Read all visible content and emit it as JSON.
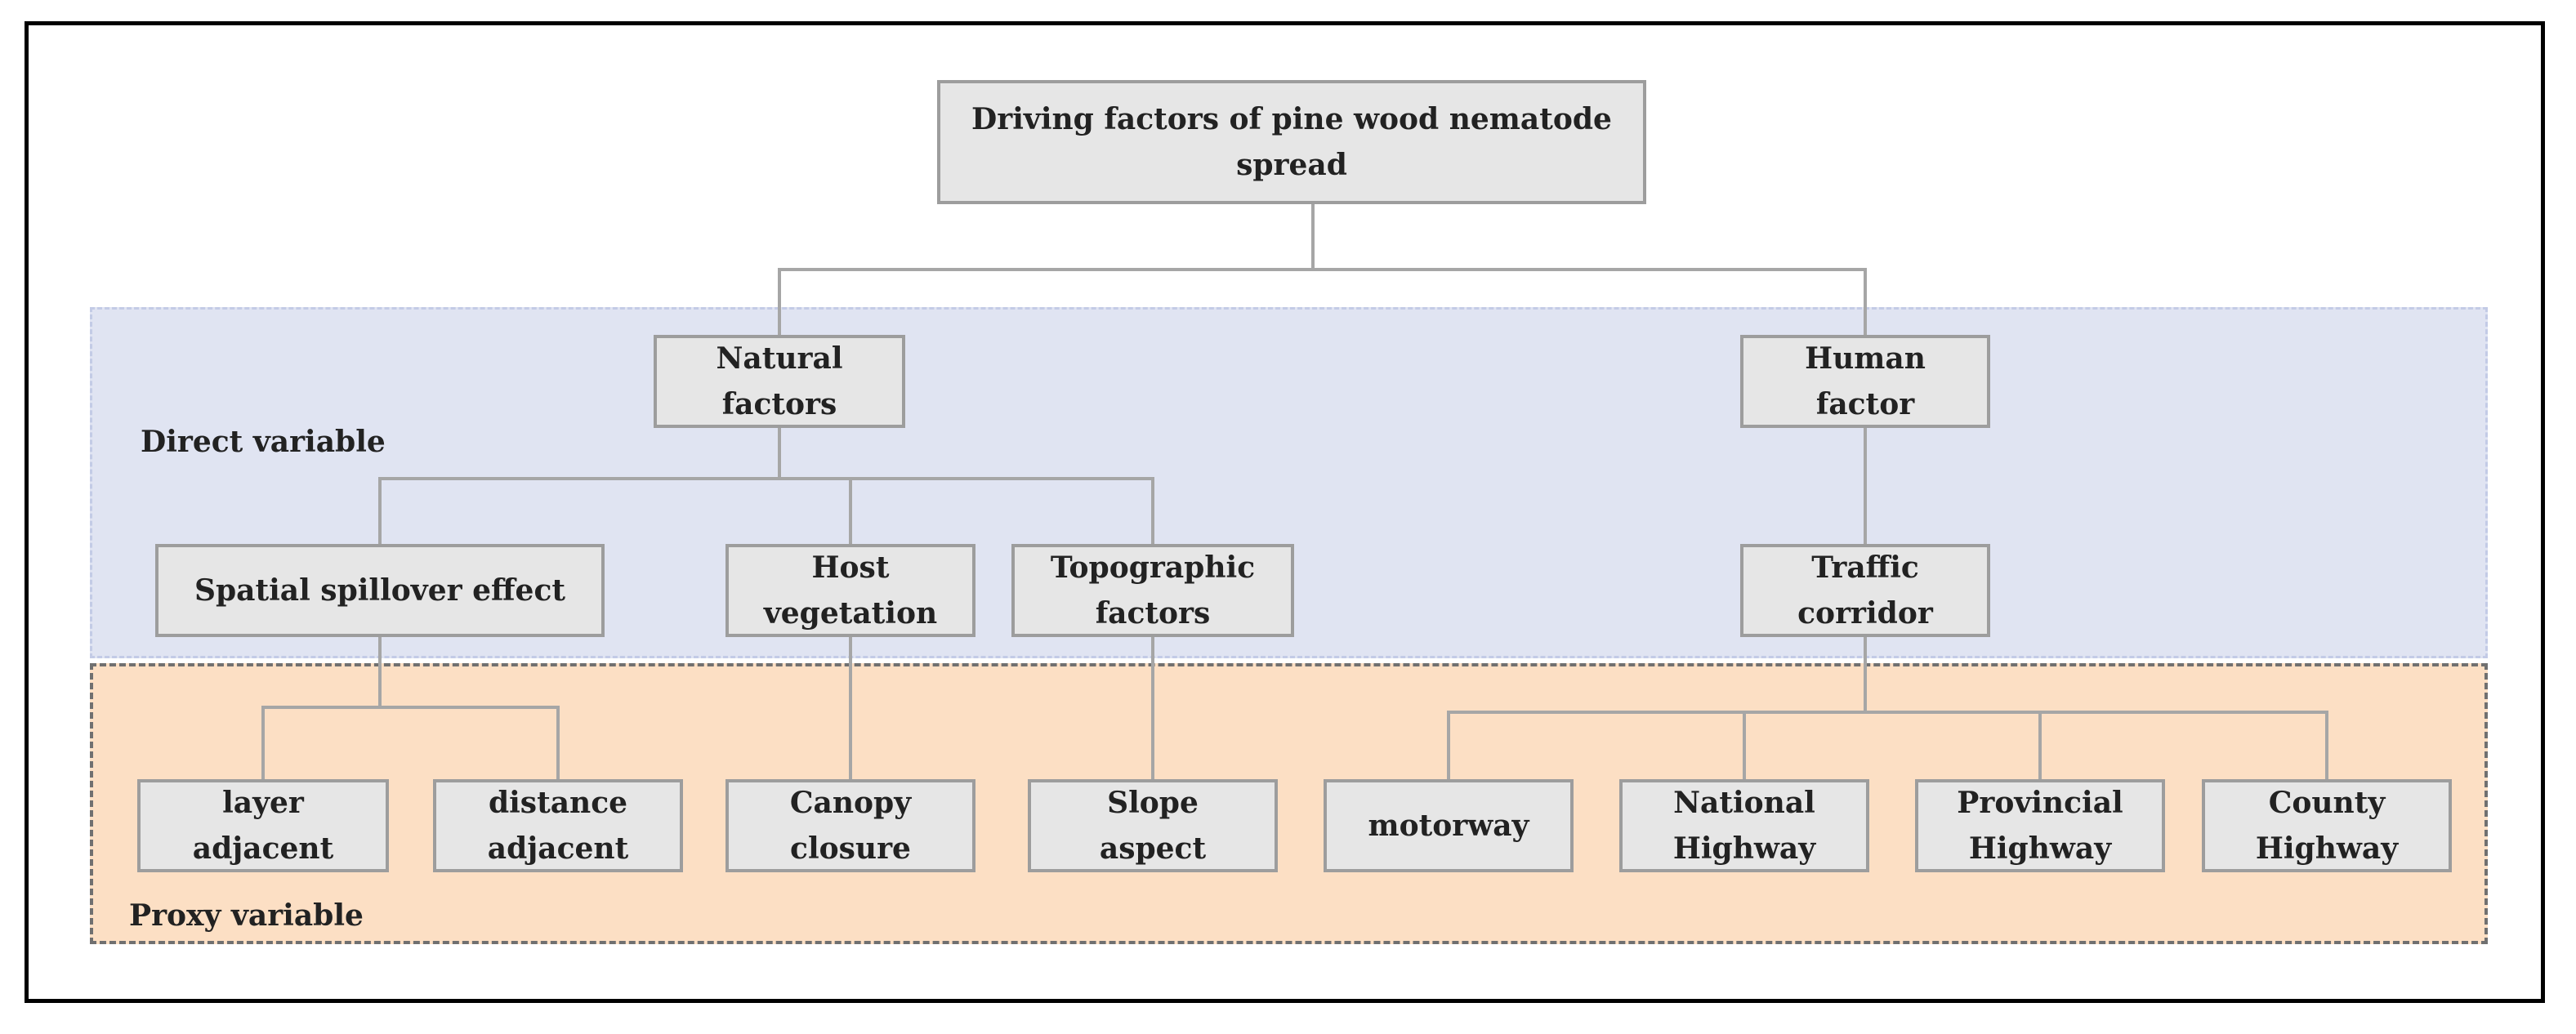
{
  "diagram": {
    "root": {
      "line1": "Driving factors of pine wood nematode",
      "line2": "spread"
    },
    "bands": {
      "direct_label": "Direct variable",
      "proxy_label": "Proxy variable"
    },
    "level1": {
      "natural": {
        "line1": "Natural",
        "line2": "factors"
      },
      "human": {
        "line1": "Human",
        "line2": "factor"
      }
    },
    "level2": {
      "spatial": {
        "text": "Spatial spillover effect"
      },
      "host": {
        "line1": "Host",
        "line2": "vegetation"
      },
      "topographic": {
        "line1": "Topographic",
        "line2": "factors"
      },
      "traffic": {
        "line1": "Traffic",
        "line2": "corridor"
      }
    },
    "level3": {
      "layer": {
        "line1": "layer",
        "line2": "adjacent"
      },
      "distance": {
        "line1": "distance",
        "line2": "adjacent"
      },
      "canopy": {
        "line1": "Canopy",
        "line2": "closure"
      },
      "slope": {
        "line1": "Slope",
        "line2": "aspect"
      },
      "motorway": {
        "text": "motorway"
      },
      "national": {
        "line1": "National",
        "line2": "Highway"
      },
      "provincial": {
        "line1": "Provincial",
        "line2": "Highway"
      },
      "county": {
        "line1": "County",
        "line2": "Highway"
      }
    },
    "colors": {
      "node_fill": "#e6e6e6",
      "node_border": "#9d9d9d",
      "connector": "#a6a6a6",
      "direct_band": "#e0e4f2",
      "proxy_band": "#fcdfc4",
      "frame": "#000000"
    }
  }
}
